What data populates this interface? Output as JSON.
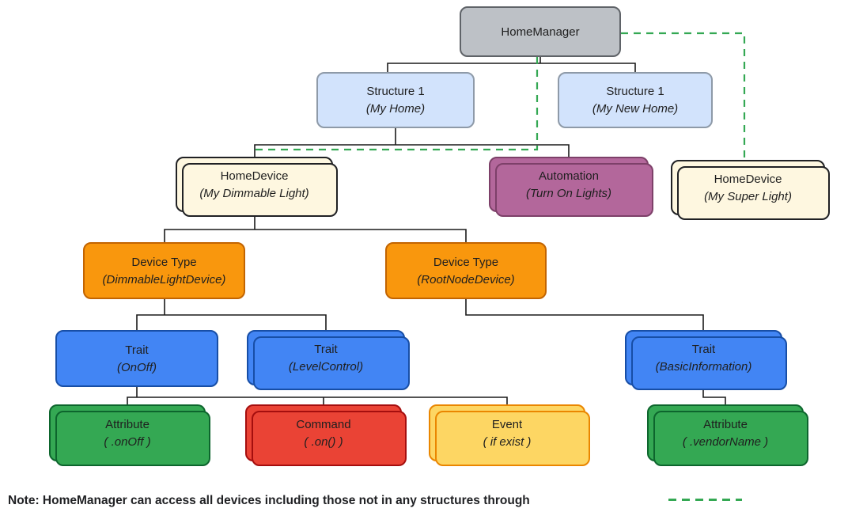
{
  "nodes": {
    "home_manager": {
      "title": "HomeManager",
      "subtitle": ""
    },
    "structure_my_home": {
      "title": "Structure 1",
      "subtitle": "(My Home)"
    },
    "structure_my_new_home": {
      "title": "Structure 1",
      "subtitle": "(My New Home)"
    },
    "homedevice_dimmable": {
      "title": "HomeDevice",
      "subtitle": "(My Dimmable Light)"
    },
    "automation": {
      "title": "Automation",
      "subtitle": "(Turn On Lights)"
    },
    "homedevice_super": {
      "title": "HomeDevice",
      "subtitle": "(My Super Light)"
    },
    "devicetype_dimmable": {
      "title": "Device Type",
      "subtitle": "(DimmableLightDevice)"
    },
    "devicetype_rootnode": {
      "title": "Device Type",
      "subtitle": "(RootNodeDevice)"
    },
    "trait_onoff": {
      "title": "Trait",
      "subtitle": "(OnOff)"
    },
    "trait_levelcontrol": {
      "title": "Trait",
      "subtitle": "(LevelControl)"
    },
    "trait_basicinfo": {
      "title": "Trait",
      "subtitle": "(BasicInformation)"
    },
    "attribute_onoff": {
      "title": "Attribute",
      "subtitle": "( .onOff )"
    },
    "command_on": {
      "title": "Command",
      "subtitle": "( .on() )"
    },
    "event_ifexist": {
      "title": "Event",
      "subtitle": "( if exist )"
    },
    "attribute_vendorname": {
      "title": "Attribute",
      "subtitle": "( .vendorName )"
    }
  },
  "palette": {
    "gray": {
      "fill": "#bdc1c6",
      "stroke": "#5f6368"
    },
    "blue_light": {
      "fill": "#d2e3fc",
      "stroke": "#8e9aa8"
    },
    "cream": {
      "fill": "#fef7e0",
      "stroke": "#202124"
    },
    "mauve": {
      "fill": "#b3679b",
      "stroke": "#7d4069"
    },
    "orange": {
      "fill": "#f9970d",
      "stroke": "#c26401"
    },
    "blue": {
      "fill": "#4285f4",
      "stroke": "#174ea6"
    },
    "green": {
      "fill": "#34a853",
      "stroke": "#0d652d"
    },
    "red": {
      "fill": "#ea4335",
      "stroke": "#a50e0e"
    },
    "yellow": {
      "fill": "#fdd663",
      "stroke": "#ea8600"
    }
  },
  "colors": {
    "dashed_link": "#34a853",
    "edge": "#1a1a1a",
    "background": "#ffffff"
  },
  "note": {
    "text": "Note: HomeManager can access all devices including those not in any structures through"
  }
}
